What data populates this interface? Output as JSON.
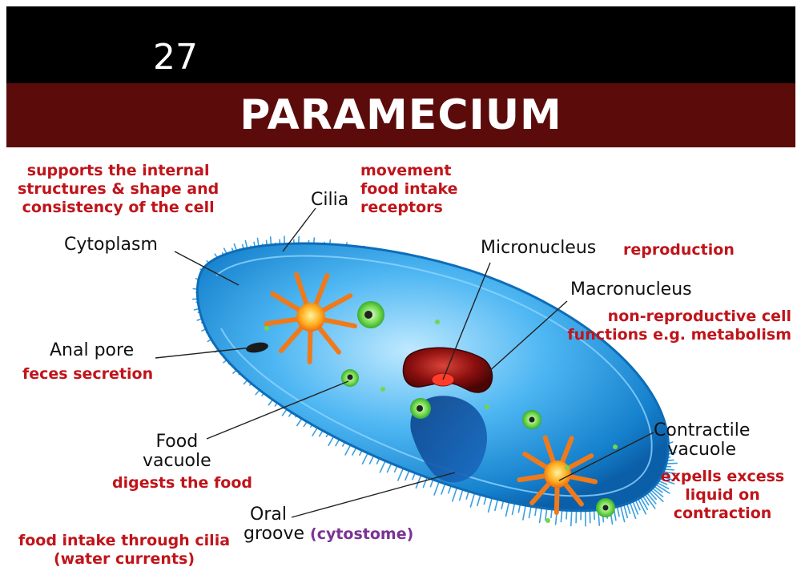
{
  "slide_number": "27",
  "title": "PARAMECIUM",
  "labels": {
    "cilia": "Cilia",
    "cytoplasm": "Cytoplasm",
    "anal_pore": "Anal pore",
    "food_vacuole": [
      "Food",
      "vacuole"
    ],
    "oral_groove": [
      "Oral",
      "groove"
    ],
    "cytostome": "(cytostome)",
    "micronucleus": "Micronucleus",
    "macronucleus": "Macronucleus",
    "contractile_vacuole": [
      "Contractile",
      "vacuole"
    ]
  },
  "functions": {
    "cytoplasm": [
      "supports the internal",
      "structures & shape and",
      "consistency of the cell"
    ],
    "cilia": [
      "movement",
      "food intake",
      "receptors"
    ],
    "micronucleus": "reproduction",
    "macronucleus": [
      "non-reproductive cell",
      "functions e.g. metabolism"
    ],
    "anal_pore": "feces secretion",
    "food_vacuole": "digests the food",
    "contractile_vacuole": [
      "expells excess",
      "liquid on",
      "contraction"
    ],
    "oral_groove": [
      "food intake through cilia",
      "(water currents)"
    ]
  },
  "colors": {
    "header": "#000000",
    "title_bar": "#5c0b0b",
    "function_text": "#c0141a",
    "cytostome_text": "#7b3294",
    "cell_body": "#2a9fe0",
    "nucleus": "#8b0f0f",
    "star_vacuole": "#f07a1a",
    "food_vacuole": "#3fc32a"
  }
}
